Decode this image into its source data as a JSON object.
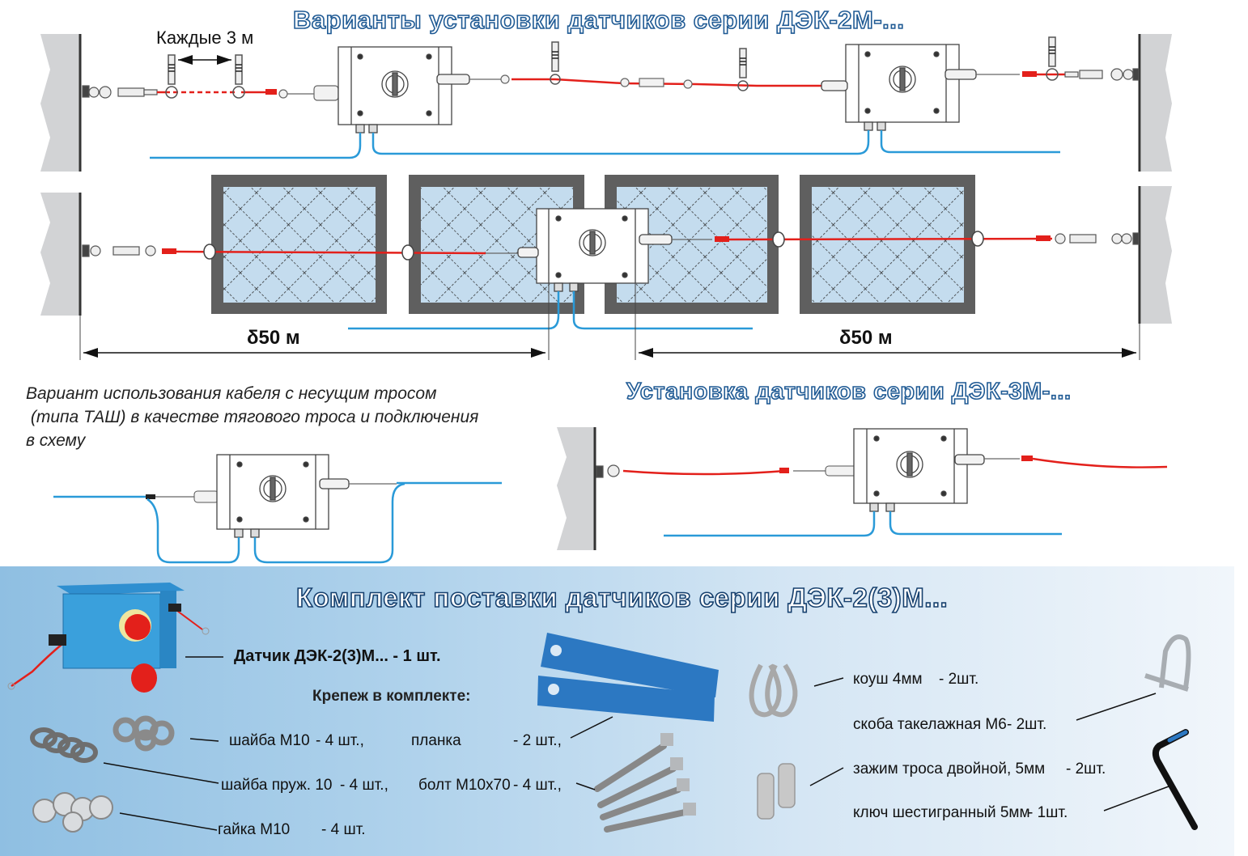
{
  "titles": {
    "dek2m": "Варианты установки датчиков серии ДЭК-2М-...",
    "dek3m": "Установка датчиков серии ДЭК-3М-...",
    "kit": "Комплект поставки датчиков серии ДЭК-2(3)М..."
  },
  "diagram1": {
    "spacing_label": "Каждые 3 м"
  },
  "diagram2": {
    "distance_left": "δ50 м",
    "distance_right": "δ50 м"
  },
  "cable_note": {
    "line1": "Вариант использования кабеля с несущим тросом",
    "line2": " (типа ТАШ) в качестве тягового троса и подключения",
    "line3": "в схему"
  },
  "kit": {
    "sensor": "Датчик ДЭК-2(3)М... - 1 шт.",
    "fasteners_heading": "Крепеж в комплекте:",
    "items": [
      {
        "name": "шайба М10",
        "qty": "- 4 шт.,"
      },
      {
        "name": "планка",
        "qty": "- 2 шт.,"
      },
      {
        "name": "шайба пруж. 10",
        "qty": "- 4 шт.,"
      },
      {
        "name": "болт М10х70",
        "qty": "- 4 шт.,"
      },
      {
        "name": "гайка М10",
        "qty": "- 4 шт."
      },
      {
        "name": "коуш 4мм",
        "qty": "- 2шт."
      },
      {
        "name": "скоба такелажная М6",
        "qty": "- 2шт."
      },
      {
        "name": "зажим троса двойной, 5мм",
        "qty": "- 2шт."
      },
      {
        "name": "ключ шестигранный 5мм",
        "qty": "- 1шт."
      }
    ]
  },
  "colors": {
    "title_outline": "#1f5a94",
    "rope_red": "#e3201b",
    "cable_blue": "#2a9ad8",
    "wall_gray": "#d2d3d5",
    "fence_frame": "#5f5f5f",
    "fence_fill": "#c4dcee",
    "sensor_blue": "#3aa0dc",
    "plank_blue": "#2c78c2"
  }
}
